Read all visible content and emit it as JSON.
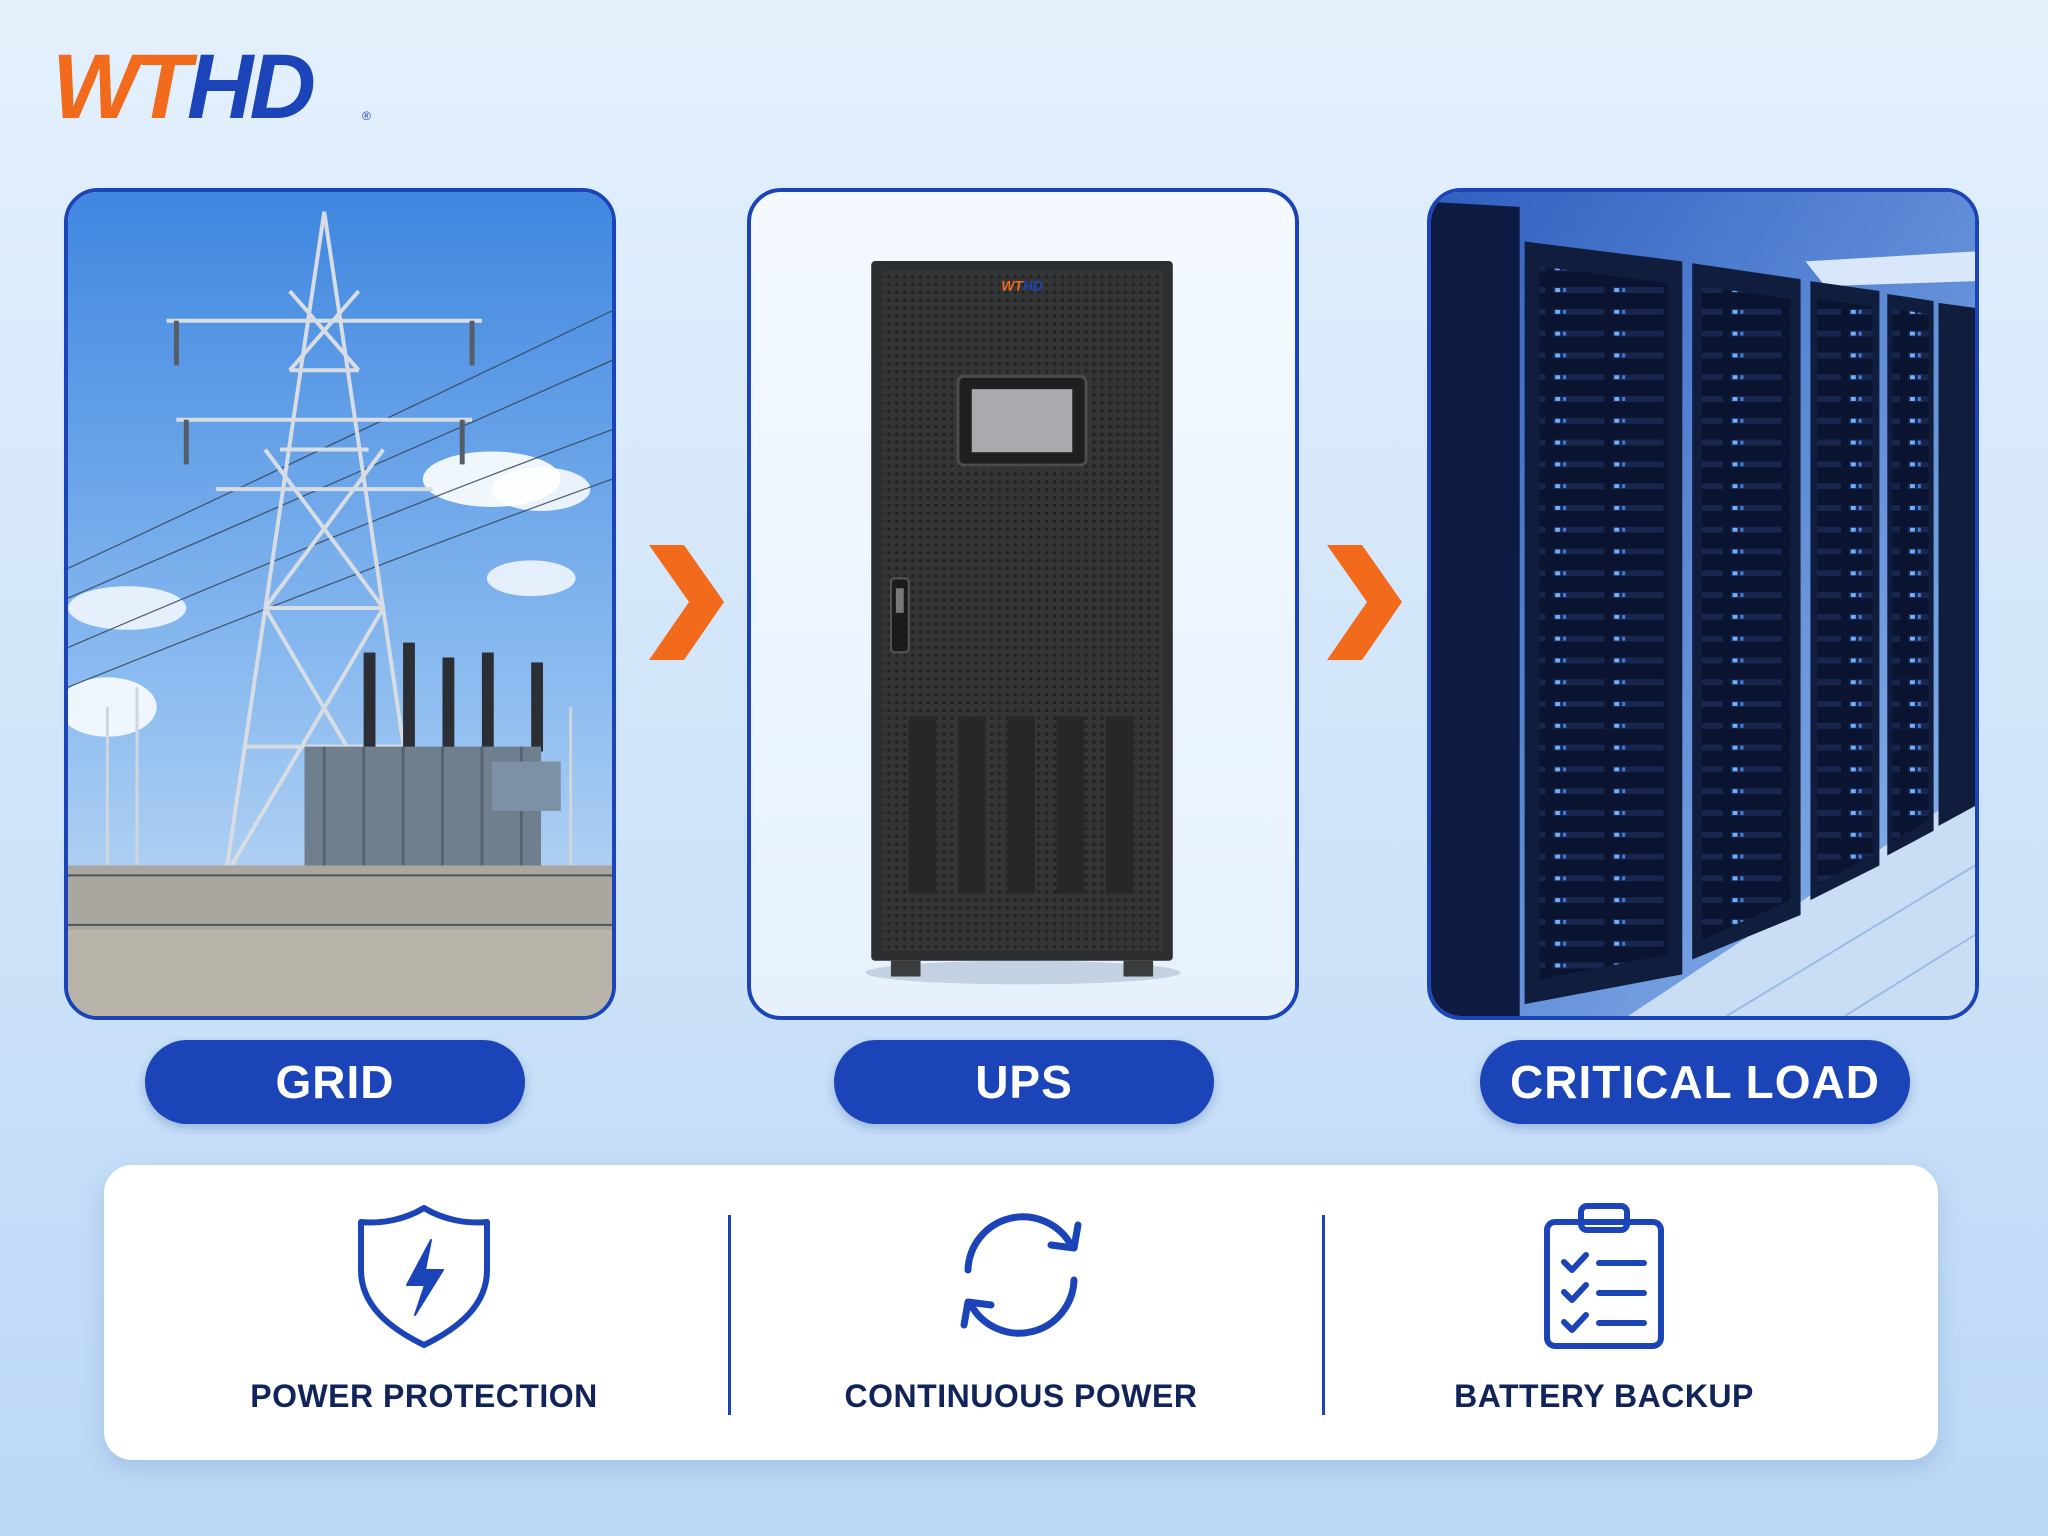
{
  "logo": {
    "text": "WTHD"
  },
  "colors": {
    "brand_blue": "#1a44b8",
    "accent_orange": "#f26a1b",
    "text_dark": "#10245a"
  },
  "flow": [
    {
      "label": "GRID",
      "image": "power-transmission-tower-and-transformer"
    },
    {
      "label": "UPS",
      "image": "ups-cabinet"
    },
    {
      "label": "CRITICAL LOAD",
      "image": "server-racks"
    }
  ],
  "features": [
    {
      "label": "POWER PROTECTION",
      "icon": "shield-lightning-icon"
    },
    {
      "label": "CONTINUOUS POWER",
      "icon": "refresh-cycle-icon"
    },
    {
      "label": "BATTERY BACKUP",
      "icon": "clipboard-checklist-icon"
    }
  ]
}
